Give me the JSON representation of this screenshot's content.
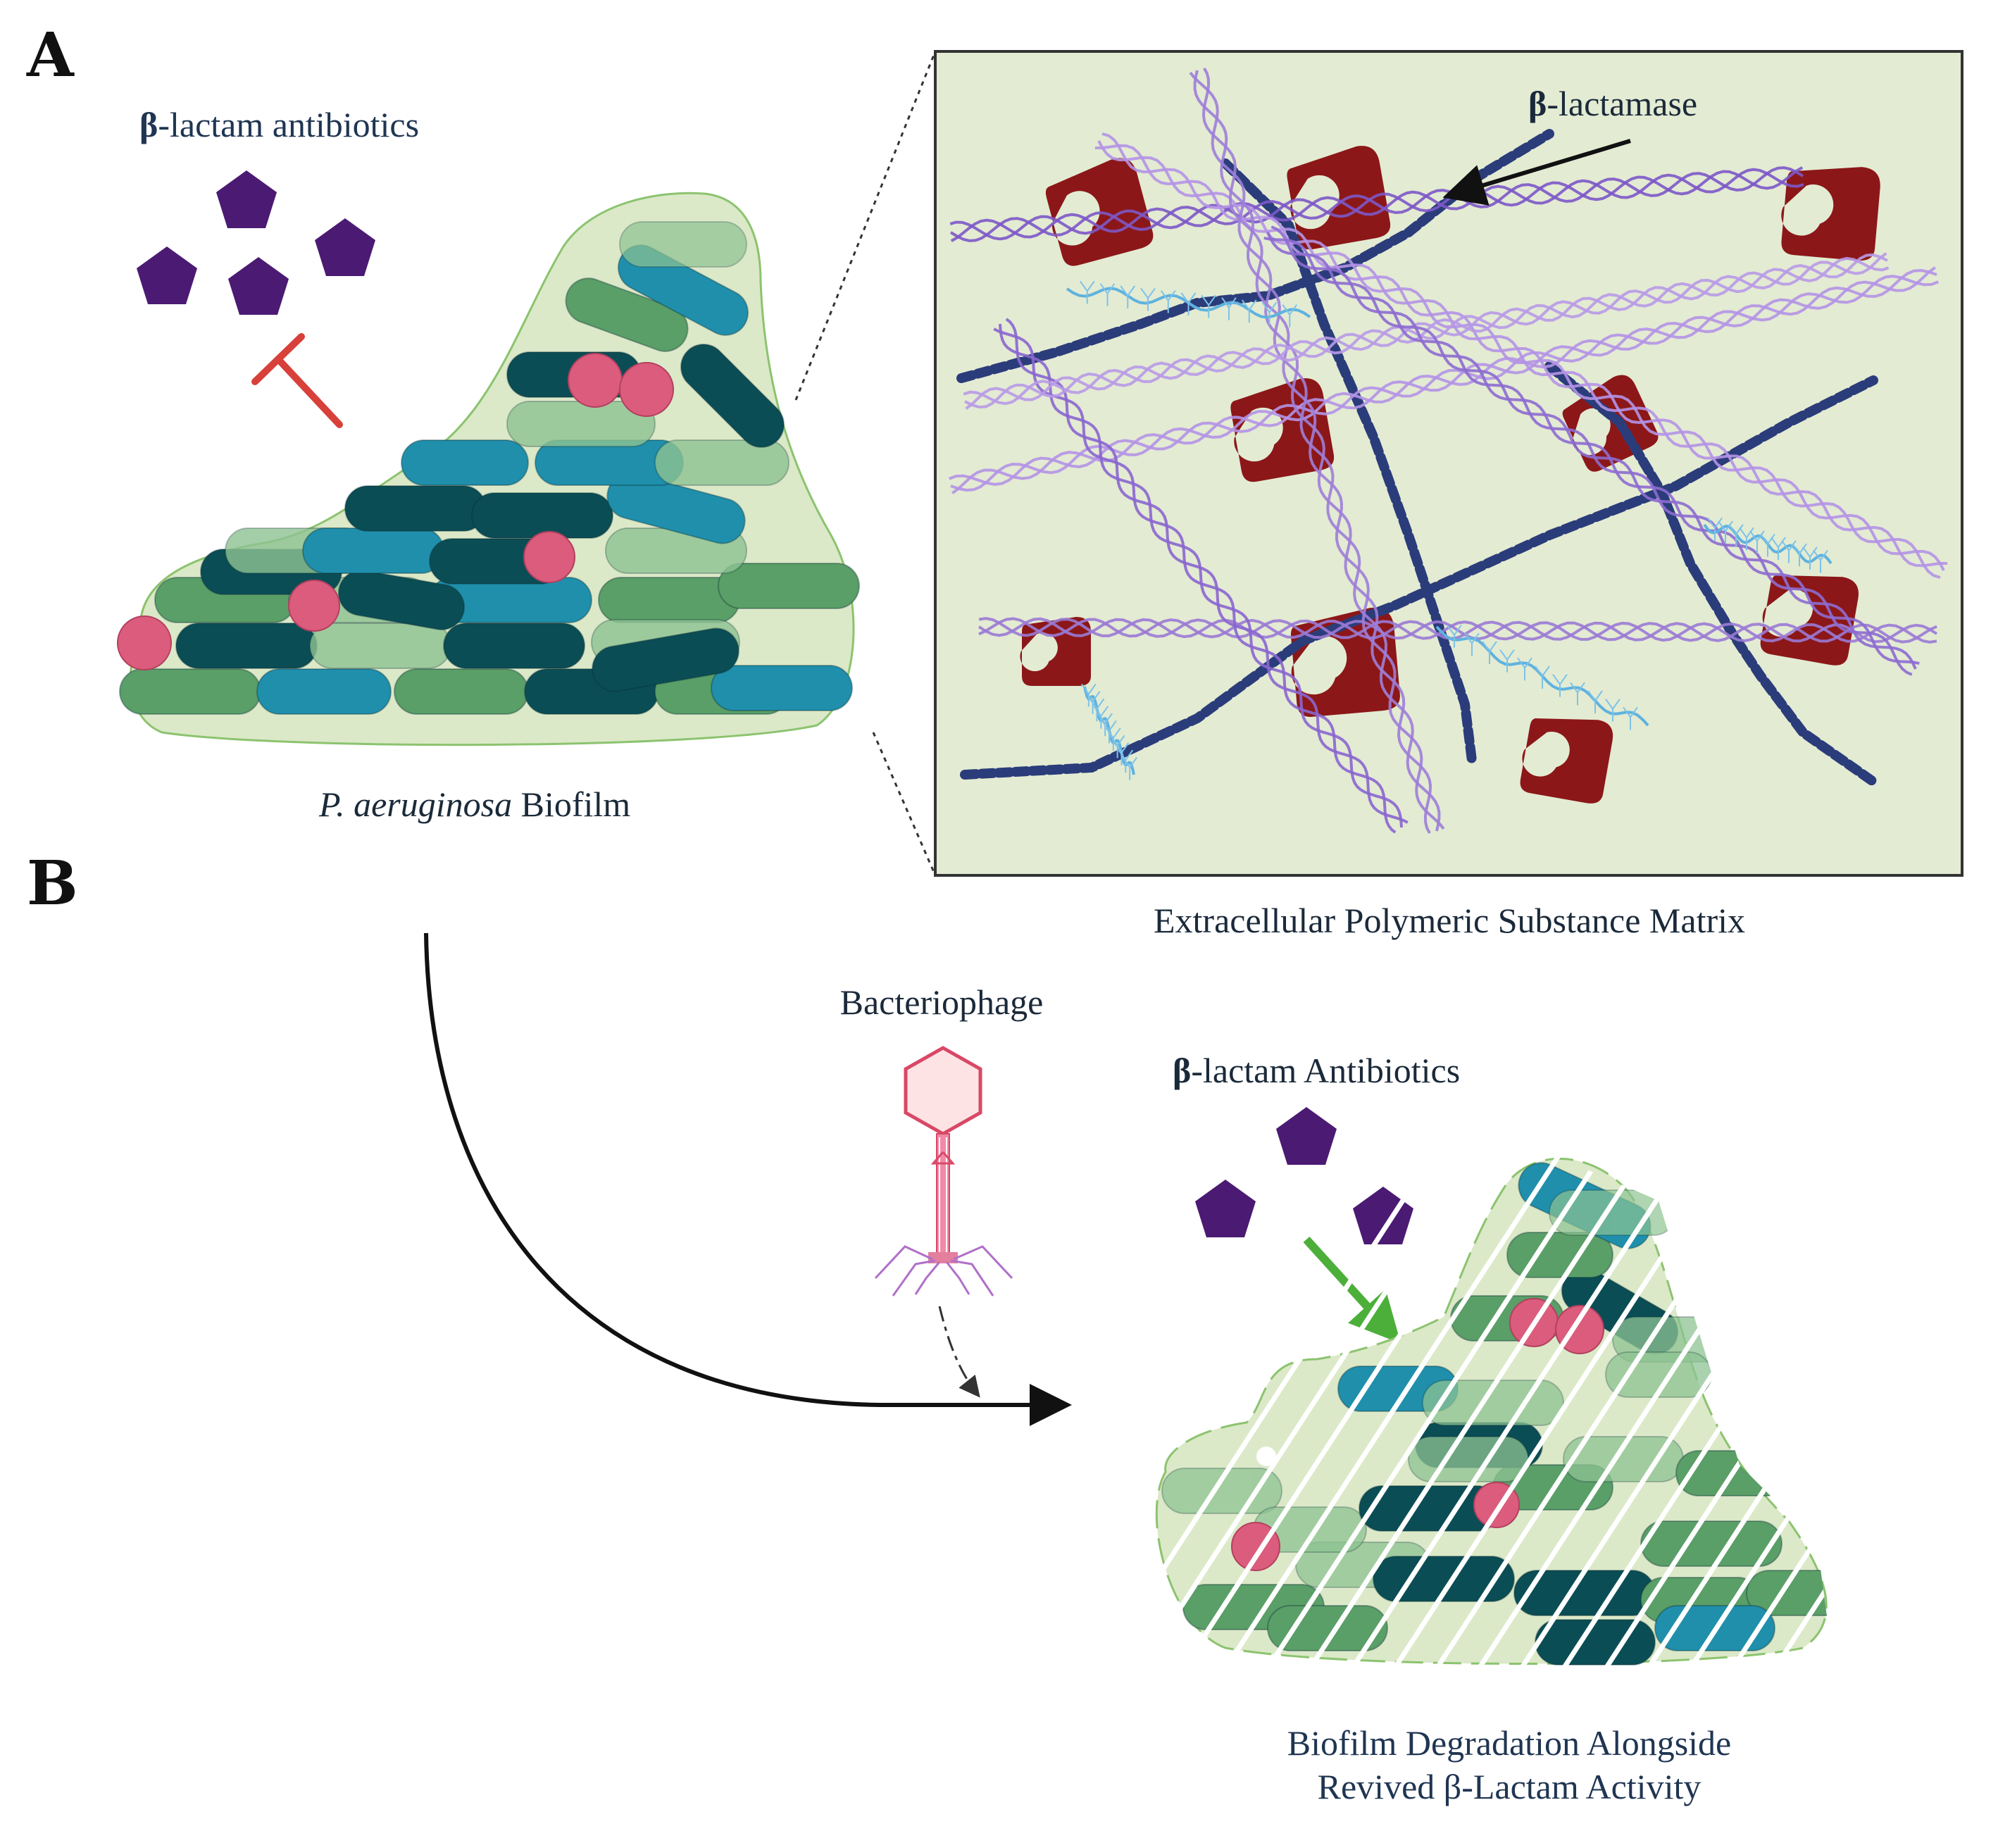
{
  "panel_a": {
    "letter": "A",
    "antibiotic_label_symbol": "β",
    "antibiotic_label_text": "-lactam antibiotics",
    "biofilm_label_species": "P. aeruginosa",
    "biofilm_label_text": "Biofilm",
    "enzyme_label_symbol": "β",
    "enzyme_label_text": "-lactamase",
    "matrix_caption": "Extracellular Polymeric Substance Matrix"
  },
  "panel_b": {
    "letter": "B",
    "phage_label": "Bacteriophage",
    "antibiotic_label_symbol": "β",
    "antibiotic_label_text": "-lactam Antibiotics",
    "result_line1": "Biofilm Degradation Alongside",
    "result_line2": "Revived β-Lactam Activity"
  },
  "colors": {
    "antibiotic": "#4b1a73",
    "inhibit": "#d8403a",
    "enzyme": "#8c1718",
    "matrix_bg": "#e3ebd3",
    "biofilm_bg": "#dbe9c8",
    "rod_dark": "#0b4d55",
    "rod_teal": "#1f8fac",
    "rod_green": "#5a9e68",
    "rod_light": "#8ec393",
    "cocci": "#db5c7c",
    "dna": "#2b3c7a",
    "polymer": "#a57fd6",
    "phage": "#d94866",
    "arrow_green": "#4caf3a"
  }
}
